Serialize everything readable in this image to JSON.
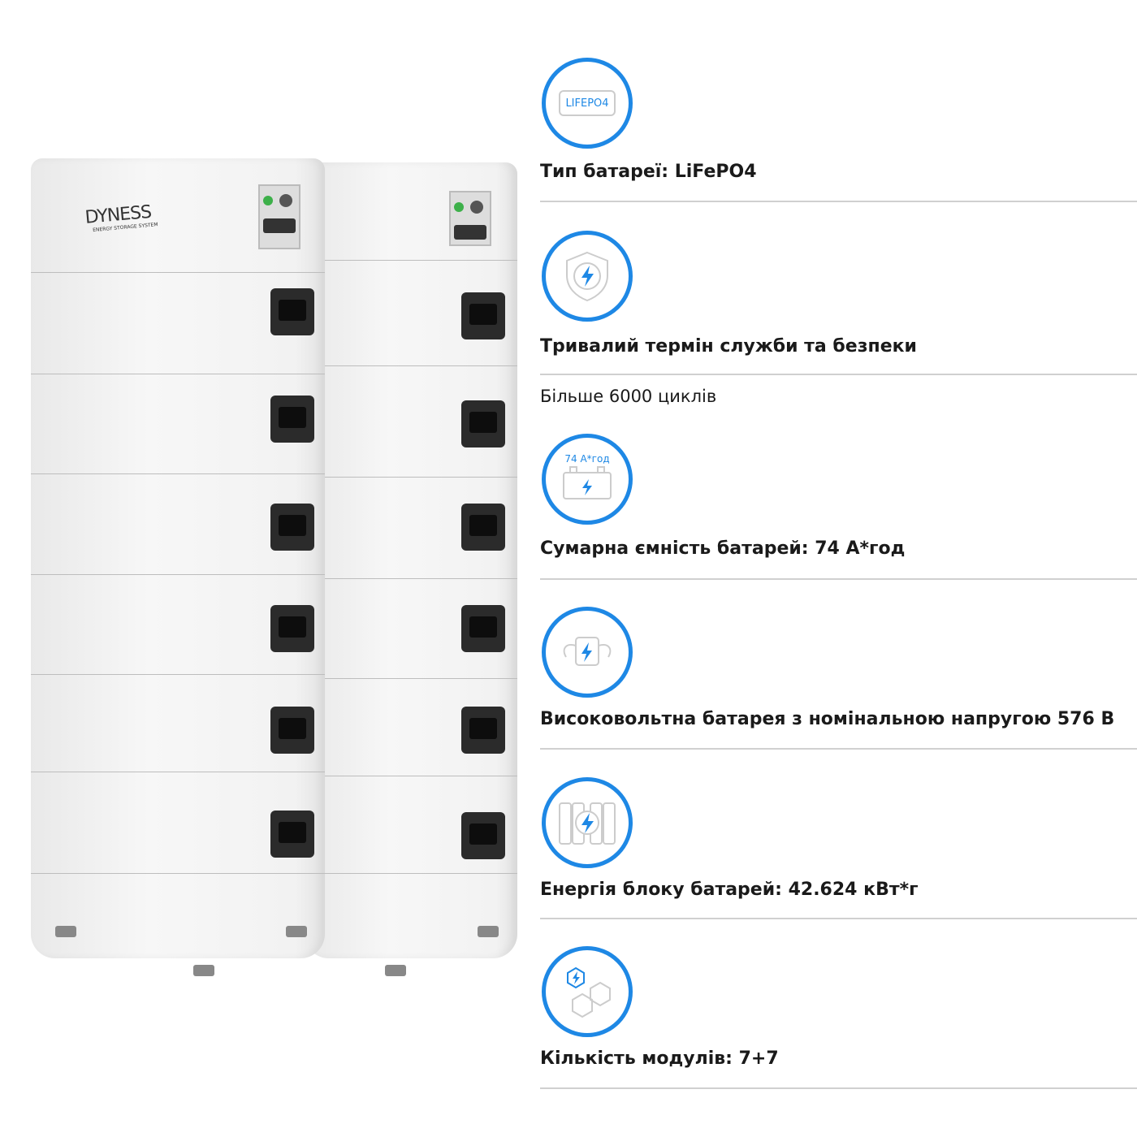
{
  "product": {
    "brand": "DYNESS",
    "brand_tagline": "ENERGY STORAGE SYSTEM"
  },
  "features": [
    {
      "icon": "lifepo4-battery-icon",
      "icon_text": "LIFEPO4",
      "title": "Тип батареї: LiFePO4"
    },
    {
      "icon": "shield-lightning-icon",
      "title": "Тривалий термін служби та безпеки",
      "subtitle": "Більше 6000 циклів"
    },
    {
      "icon": "battery-capacity-icon",
      "icon_text": "74 А*год",
      "title": "Сумарна ємність батарей: 74 А*год"
    },
    {
      "icon": "high-voltage-battery-icon",
      "title": "Високовольтна батарея з номінальною напругою 576 В"
    },
    {
      "icon": "battery-pack-energy-icon",
      "title": "Енергія блоку батарей: 42.624 кВт*г"
    },
    {
      "icon": "modules-hexagon-icon",
      "title": "Кількість модулів: 7+7"
    }
  ],
  "colors": {
    "accent": "#1e88e5",
    "text": "#1a1a1a",
    "divider": "#d0d0d0"
  }
}
